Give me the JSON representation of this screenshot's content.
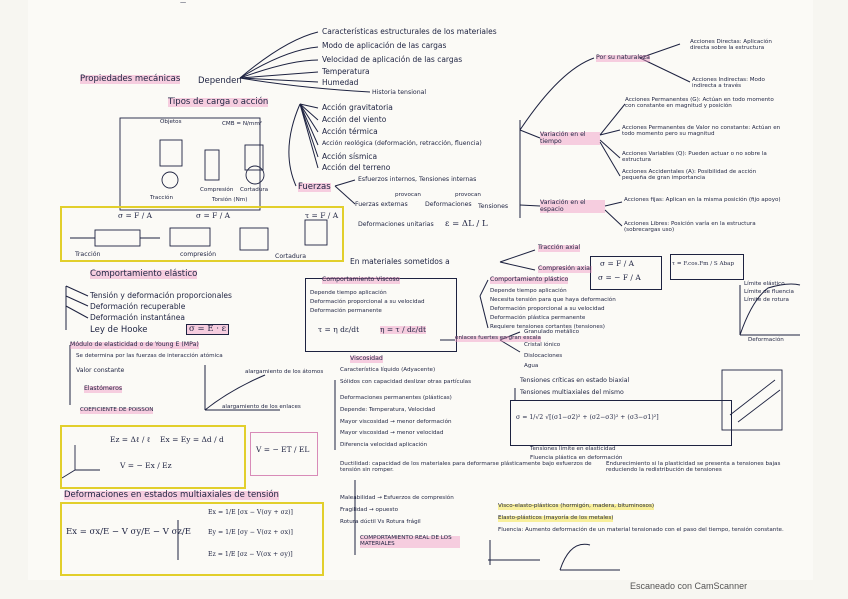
{
  "header_mark": "—",
  "root": {
    "label": "Propiedades mecánicas",
    "arrow_text": "Dependen"
  },
  "depends_on": [
    "Características estructurales de los materiales",
    "Modo de aplicación de las cargas",
    "Velocidad de aplicación de las cargas",
    "Temperatura",
    "Humedad",
    "Historia tensional"
  ],
  "load_types": {
    "title": "Tipos de carga o acción",
    "items": [
      "Acción gravitatoria",
      "Acción del viento",
      "Acción térmica",
      "Acción reológica (deformación, retracción, fluencia)",
      "Acción sísmica",
      "Acción del terreno"
    ]
  },
  "forces": {
    "label": "Fuerzas",
    "internal": "Esfuerzos internos, Tensiones internas",
    "external_a": "Fuerzas externas",
    "external_b": "Deformaciones",
    "external_c": "Tensiones",
    "provoke": "provocan",
    "unit_def": "Deformaciones unitarias",
    "unit_formula": "ε = ΔL / L"
  },
  "diagram_labels": {
    "objetos": "Objetos",
    "cmb": "CMB = N/mm²",
    "compresion": "Compresión",
    "cortadura": "Cortadura",
    "traccion": "Tracción",
    "torsion": "Torsión (Nm)"
  },
  "stress_types": {
    "traccion": "Tracción",
    "compresion": "compresión",
    "cortadura": "Cortadura",
    "sigma1": "σ = F / A",
    "sigma2": "σ = F / A",
    "tau": "τ = F / A"
  },
  "submitted": {
    "text": "En materiales sometidos a",
    "traccion_axial": "Tracción axial",
    "compresion_axial": "Compresión axial",
    "formula1": "σ = F / A",
    "formula2": "σ = − F / A",
    "tau_formula": "τ = F.cos.Fm / S  Abap"
  },
  "by_cause": {
    "label": "Por su naturaleza",
    "directas": "Acciones Directas: Aplicación directa sobre la estructura",
    "indirectas": "Acciones Indirectas: Modo indirecta a través"
  },
  "by_time": {
    "label": "Variación en el tiempo",
    "permanentes": "Acciones Permanentes (G): Actúan en todo momento con constante en magnitud y posición",
    "permanentes_valor": "Acciones Permanentes de Valor no constante: Actúan en todo momento pero su magnitud",
    "variables": "Acciones Variables (Q): Pueden actuar o no sobre la estructura",
    "accidentales": "Acciones Accidentales (A): Posibilidad de acción pequeña de gran importancia"
  },
  "by_space": {
    "label": "Variación en el espacio",
    "fijas": "Acciones fijas: Aplican en la misma posición (fijo apoyo)",
    "libres": "Acciones Libres: Posición varía en la estructura (sobrecargas uso)"
  },
  "elastic": {
    "title": "Comportamiento elástico",
    "items": [
      "Tensión y deformación proporcionales",
      "Deformación recuperable",
      "Deformación instantánea"
    ],
    "hooke_label": "Ley de Hooke",
    "hooke_formula": "σ = E · ε",
    "young": "Módulo de elasticidad o de Young E (MPa)",
    "young_sub1": "Se determina por las fuerzas de interacción atómica",
    "young_sub2": "Valor constante",
    "elastomeros": "Elastómeros",
    "poisson": "COEFICIENTE DE POISSON",
    "graph_note": "alargamiento de los átomos",
    "graph_note2": "alargamiento de los enlaces"
  },
  "viscous": {
    "title": "Comportamiento Viscoso",
    "items": [
      "Depende tiempo aplicación",
      "Deformación proporcional a su velocidad",
      "Deformación permanente"
    ],
    "tau_formula": "τ = η dε/dt",
    "eta_formula": "η = τ / dε/dt"
  },
  "viscosity": {
    "title": "Viscosidad",
    "items": [
      "Característica líquido (Adyacente)",
      "Sólidos con capacidad deslizar otras partículas",
      "Deformaciones permanentes (plásticas)",
      "Depende: Temperatura, Velocidad",
      "Mayor viscosidad → menor deformación",
      "Mayor viscosidad → menor velocidad",
      "Diferencia velocidad aplicación"
    ]
  },
  "plastic": {
    "title": "Comportamiento plástico",
    "items": [
      "Depende tiempo aplicación",
      "Necesita tensión para que haya deformación",
      "Deformación proporcional a su velocidad",
      "Deformación plástica permanente",
      "Requiere tensiones cortantes (tensiones)"
    ],
    "bonds_label": "enlaces fuertes en gran escala",
    "bonds": [
      "Granulado metálico",
      "Cristal iónico",
      "Dislocaciones",
      "Agua"
    ],
    "graph_labels": [
      "Límite elástico",
      "Límite de fluencia",
      "Límite de rotura",
      "Deformación"
    ]
  },
  "multiaxial": {
    "biaxial": "Tensiones críticas en estado biaxial",
    "multi": "Tensiones multiaxiales del mismo",
    "formula": "σ = 1/√2 √[(σ1−σ2)² + (σ2−σ3)² + (σ3−σ1)²]",
    "note1": "Tensiones límite en elasticidad",
    "note2": "Fluencia plástica en deformación"
  },
  "ductility": {
    "ductilidad": "Ductilidad: capacidad de los materiales para deformarse plásticamente bajo esfuerzos de tensión sin romper.",
    "maleabilidad": "Maleabilidad → Esfuerzos de compresión",
    "fragilidad": "Fragilidad → opuesto",
    "rotura": "Rotura dúctil Vs Rotura frágil",
    "endurecimiento": "Endurecimiento si la plasticidad se presenta a tensiones bajas reduciendo la redistribución de tensiones"
  },
  "real_behavior": {
    "title": "COMPORTAMIENTO REAL DE LOS MATERIALES",
    "visco_elasto": "Visco-elasto-plásticos (hormigón, madera, bituminosos)",
    "elasto_plastic": "Elasto-plásticos (mayoría de los metales)",
    "fluencia": "Fluencia: Aumento deformación de un material tensionado con el paso del tiempo, tensión constante."
  },
  "formulas": {
    "ez": "Ez = Δℓ / ℓ",
    "ex_ey": "Ex = Ey = Δd / d",
    "v_formula": "V = − Ex / Ez",
    "v_ratio": "V = − ET / EL",
    "ex_big": "Ex = σx/E − V σy/E − V σz/E",
    "ex_r": "Ex = 1/E [σx − V(σy + σz)]",
    "ey_r": "Ey = 1/E [σy − V(σz + σx)]",
    "ez_r": "Ez = 1/E [σz − V(σx + σy)]"
  },
  "multi_stress_title": "Deformaciones en estados multiaxiales de tensión",
  "footer": "Escaneado con CamScanner"
}
